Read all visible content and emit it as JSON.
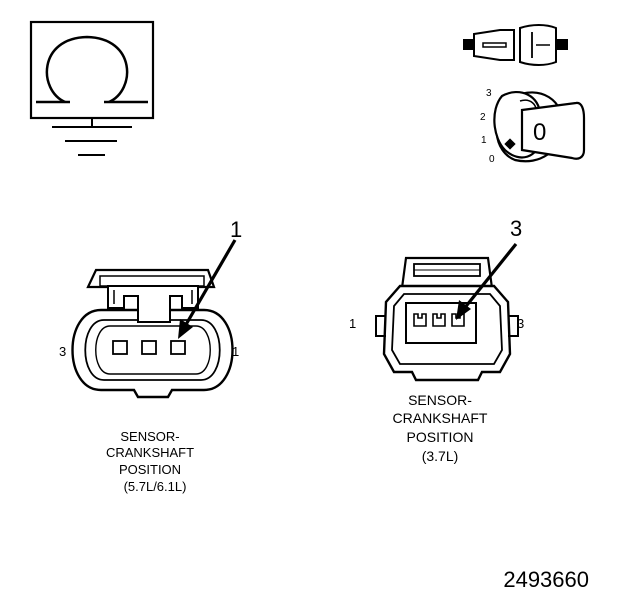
{
  "figure_number": "2493660",
  "omega_symbol": "Ω",
  "key_symbol": {
    "positions": [
      "3",
      "2",
      "1",
      "0"
    ],
    "key_label": "0"
  },
  "connectors": [
    {
      "pin_callout": "1",
      "side_pin_left": "3",
      "side_pin_right": "1",
      "caption": [
        "SENSOR-",
        "CRANKSHAFT",
        "POSITION",
        "(5.7L/6.1L)"
      ]
    },
    {
      "pin_callout": "3",
      "side_pin_left": "1",
      "side_pin_right": "3",
      "caption": [
        "SENSOR-",
        "CRANKSHAFT",
        "POSITION",
        "(3.7L)"
      ]
    }
  ]
}
